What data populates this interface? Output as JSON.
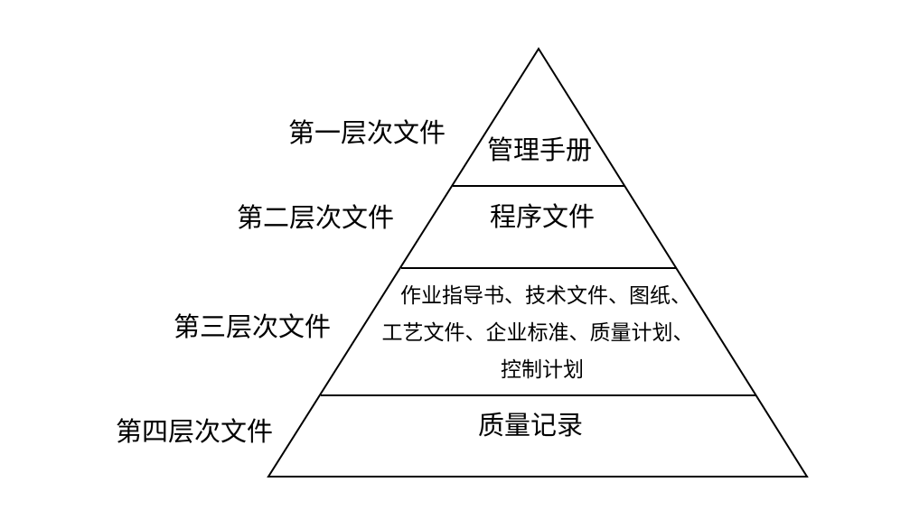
{
  "levels": [
    {
      "label": "第一层次文件",
      "content": [
        "管理手册"
      ]
    },
    {
      "label": "第二层次文件",
      "content": [
        "程序文件"
      ]
    },
    {
      "label": "第三层次文件",
      "content": [
        "作业指导书、技术文件、图纸、",
        "工艺文件、企业标准、质量计划、",
        "控制计划"
      ]
    },
    {
      "label": "第四层次文件",
      "content": [
        "质量记录"
      ]
    }
  ]
}
